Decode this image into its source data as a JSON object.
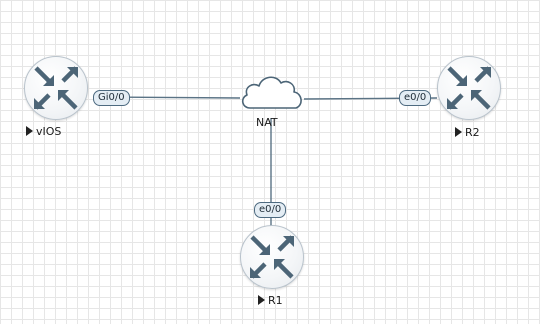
{
  "topology": {
    "nodes": {
      "vios": {
        "label": "vIOS",
        "type": "router",
        "icon": "router-icon"
      },
      "r2": {
        "label": "R2",
        "type": "router",
        "icon": "router-icon"
      },
      "r1": {
        "label": "R1",
        "type": "router",
        "icon": "router-icon"
      },
      "nat": {
        "label": "NAT",
        "type": "cloud",
        "icon": "cloud-icon"
      }
    },
    "interfaces": {
      "vios_gi0_0": "Gi0/0",
      "r2_e0_0": "e0/0",
      "r1_e0_0": "e0/0"
    },
    "links": [
      {
        "from": "vIOS",
        "from_if": "Gi0/0",
        "to": "NAT"
      },
      {
        "from": "R2",
        "from_if": "e0/0",
        "to": "NAT"
      },
      {
        "from": "R1",
        "from_if": "e0/0",
        "to": "NAT"
      }
    ]
  },
  "colors": {
    "link": "#5a7385",
    "router_arrow": "#4c6577",
    "interface_border": "#4d6a80",
    "interface_bg": "#e4edf4",
    "grid": "#e6e6e6"
  }
}
